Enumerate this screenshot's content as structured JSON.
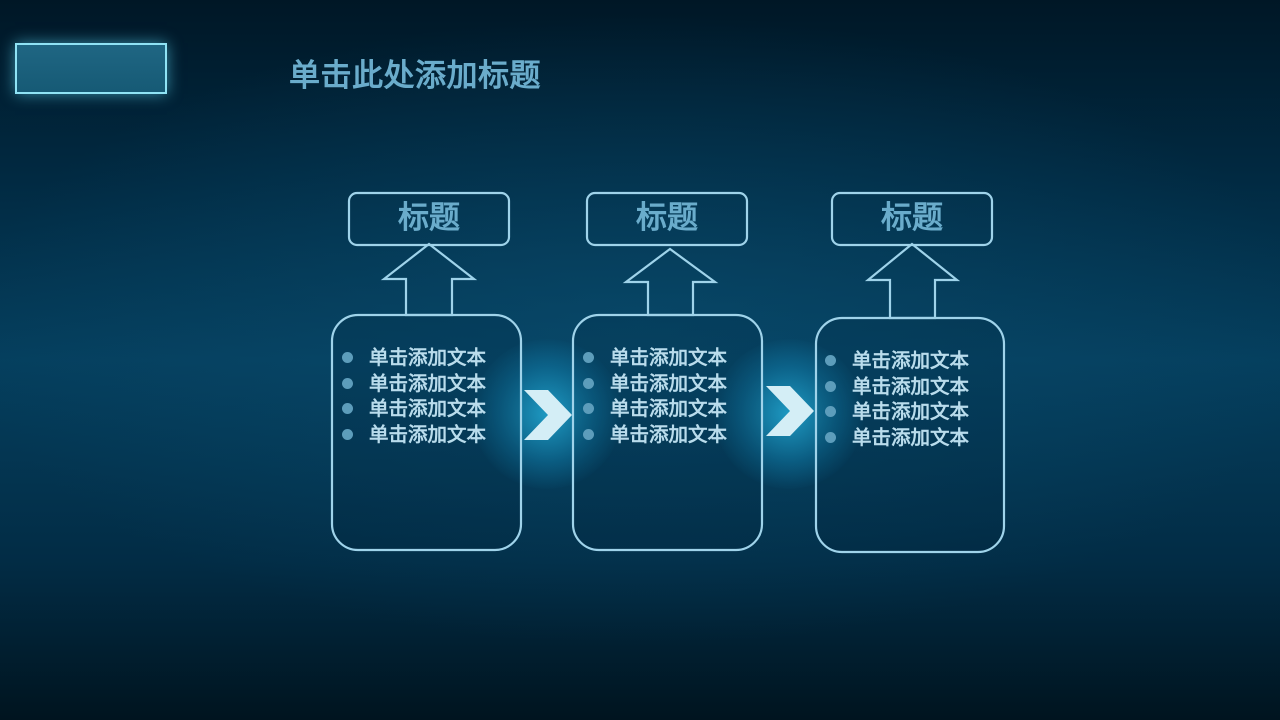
{
  "slide": {
    "title": "单击此处添加标题"
  },
  "steps": [
    {
      "heading": "标题",
      "items": [
        "单击添加文本",
        "单击添加文本",
        "单击添加文本",
        "单击添加文本"
      ]
    },
    {
      "heading": "标题",
      "items": [
        "单击添加文本",
        "单击添加文本",
        "单击添加文本",
        "单击添加文本"
      ]
    },
    {
      "heading": "标题",
      "items": [
        "单击添加文本",
        "单击添加文本",
        "单击添加文本",
        "单击添加文本"
      ]
    }
  ],
  "icons": {
    "step_arrow": "up-arrow-outline-icon",
    "flow_arrow": "chevron-right-icon",
    "bullet": "bullet-dot-icon"
  },
  "colors": {
    "outline": "#9fd3ea",
    "title_text": "#6aaccb",
    "body_text": "#b9dcec",
    "chevron": "#d4eef6",
    "glow": "#2bbbe6"
  }
}
